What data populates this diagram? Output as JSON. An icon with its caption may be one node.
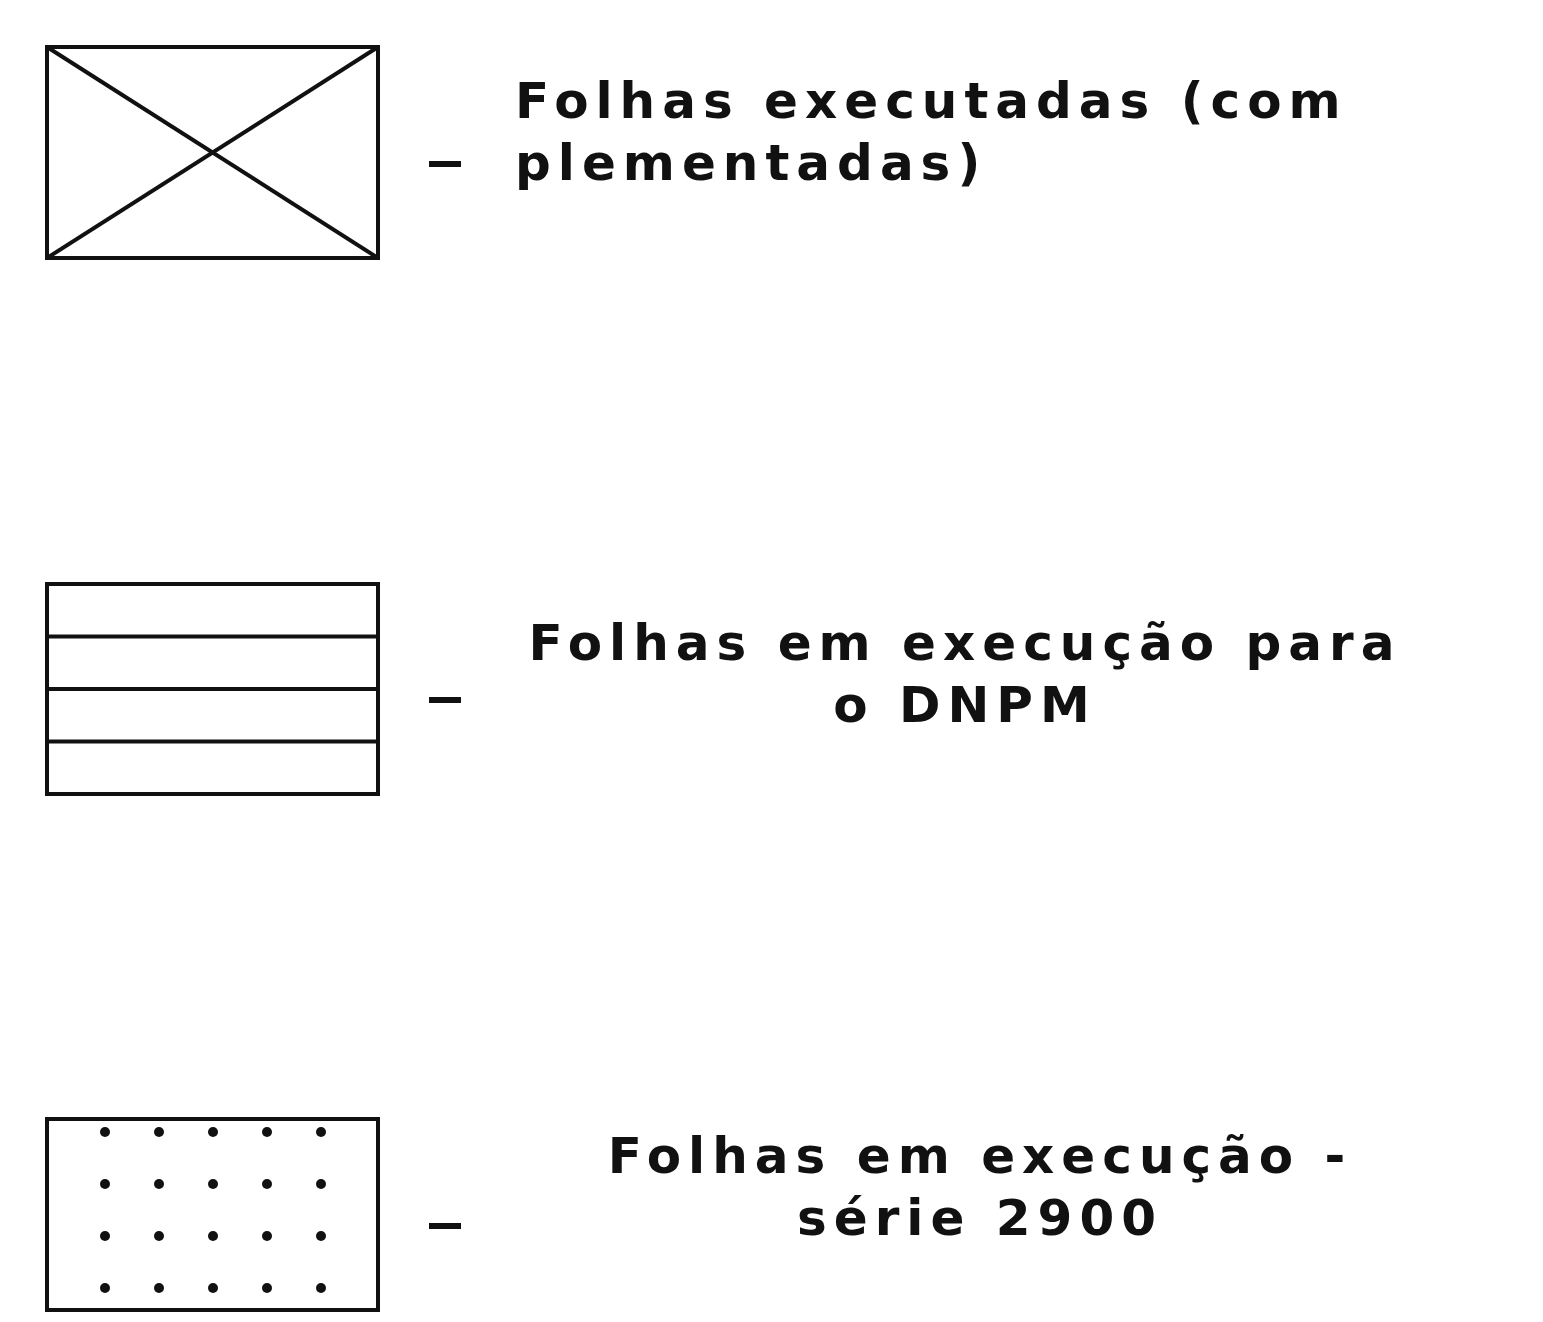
{
  "diagram": {
    "legend": [
      {
        "text": "Folhas executadas (com plementadas)"
      },
      {
        "text": "Folhas em execução para o DNPM"
      },
      {
        "text": "Folhas em execução - série 2900"
      }
    ]
  }
}
